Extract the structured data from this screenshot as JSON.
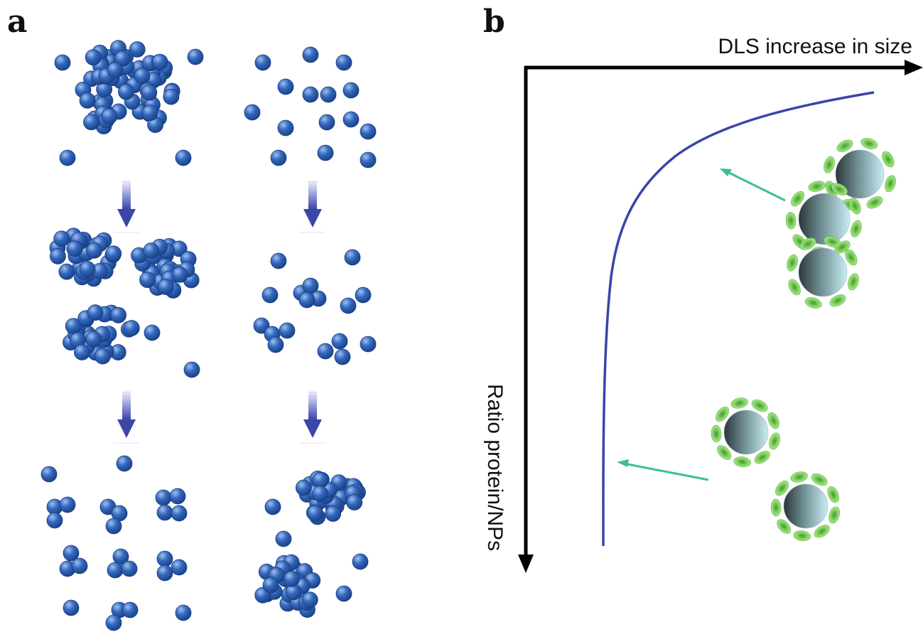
{
  "panel_a": {
    "label": "a"
  },
  "panel_b": {
    "label": "b",
    "x_axis_label": "DLS increase in size",
    "y_axis_label": "Ratio protein/NPs"
  },
  "colors": {
    "sphere": "#2f62b8",
    "sphere_dark": "#163f85",
    "sphere_highlight": "#8fb4ea",
    "down_arrow": "#4a56b8",
    "curve": "#3a45a8",
    "axis": "#000000",
    "np_core_dark": "#2e3b3e",
    "np_core_light": "#bfe6ee",
    "protein": "#7dcc5a",
    "protein_dark": "#3f9a2c",
    "pointer_arrow": "#3dbf8e"
  }
}
